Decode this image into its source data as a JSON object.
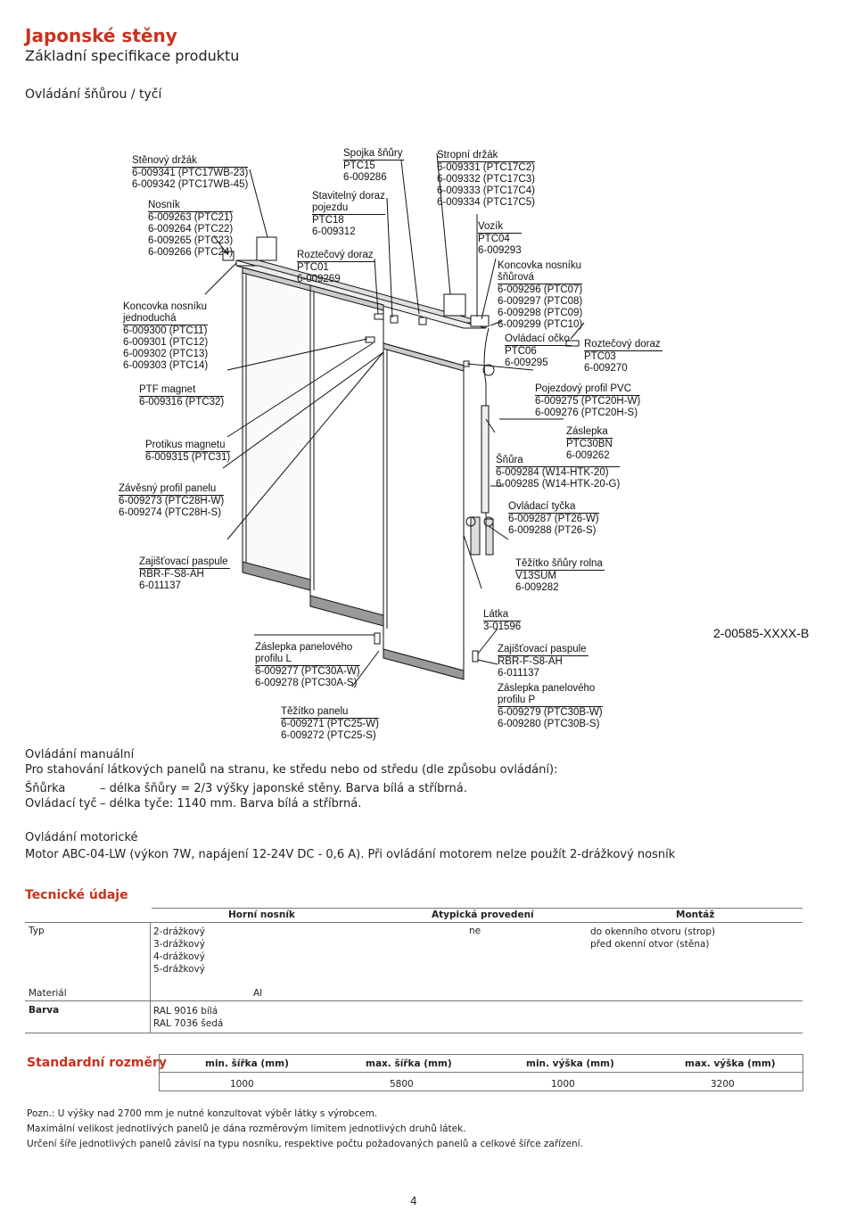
{
  "header": {
    "title": "Japonské stěny",
    "subtitle": "Základní specifikace produktu",
    "section": "Ovládání šňůrou / tyčí"
  },
  "diagram": {
    "labels": {
      "stenovy_drzak": [
        "Stěnový držák",
        "6-009341 (PTC17WB-23)",
        "6-009342 (PTC17WB-45)"
      ],
      "nosnik": [
        "Nosník",
        "6-009263 (PTC21)",
        "6-009264 (PTC22)",
        "6-009265 (PTC23)",
        "6-009266 (PTC24)"
      ],
      "koncovka_jednoducha": [
        "Koncovka nosníku",
        "jednoduchá",
        "6-009300 (PTC11)",
        "6-009301 (PTC12)",
        "6-009302 (PTC13)",
        "6-009303 (PTC14)"
      ],
      "spojka_snury": [
        "Spojka šňůry",
        "PTC15",
        "6-009286"
      ],
      "stavitelny_doraz": [
        "Stavitelný doraz",
        "pojezdu",
        "PTC18",
        "6-009312"
      ],
      "roztecovy_doraz_1": [
        "Roztečový doraz",
        "PTC01",
        "6-009269"
      ],
      "stropni_drzak": [
        "Stropní držák",
        "6-009331 (PTC17C2)",
        "6-009332 (PTC17C3)",
        "6-009333 (PTC17C4)",
        "6-009334 (PTC17C5)"
      ],
      "vozik": [
        "Vozík",
        "PTC04",
        "6-009293"
      ],
      "koncovka_snurova": [
        "Koncovka nosníku",
        "šňůrová",
        "6-009296 (PTC07)",
        "6-009297 (PTC08)",
        "6-009298 (PTC09)",
        "6-009299 (PTC10)"
      ],
      "ovladaci_ocko": [
        "Ovládací očko",
        "PTC06",
        "6-009295"
      ],
      "roztecovy_doraz_2": [
        "Roztečový doraz",
        "PTC03",
        "6-009270"
      ],
      "ptf_magnet": [
        "PTF magnet",
        "6-009316 (PTC32)"
      ],
      "protikus_magnetu": [
        "Protikus magnetu",
        "6-009315 (PTC31)"
      ],
      "zavesny_profil": [
        "Závěsný profil panelu",
        "6-009273 (PTC28H-W)",
        "6-009274 (PTC28H-S)"
      ],
      "pojezdovy_profil": [
        "Pojezdový profil PVC",
        "6-009275 (PTC20H-W)",
        "6-009276 (PTC20H-S)"
      ],
      "zaslepka": [
        "Záslepka",
        "PTC30BN",
        "6-009262"
      ],
      "snura": [
        "Šňůra",
        "6-009284 (W14-HTK-20)",
        "6-009285 (W14-HTK-20-G)"
      ],
      "ovladaci_tycka": [
        "Ovládací tyčka",
        "6-009287 (PT26-W)",
        "6-009288 (PT26-S)"
      ],
      "zajistovaci_paspule_1": [
        "Zajišťovací paspule",
        "RBR-F-S8-AH",
        "6-011137"
      ],
      "tezitko_snury": [
        "Těžítko šňůry rolna",
        "V13SUM",
        "6-009282"
      ],
      "latka": [
        "Látka",
        "3-01596"
      ],
      "zaslepka_l": [
        "Záslepka panelového",
        "profilu L",
        "6-009277 (PTC30A-W)",
        "6-009278 (PTC30A-S)"
      ],
      "tezitko_panelu": [
        "Těžítko panelu",
        "6-009271 (PTC25-W)",
        "6-009272 (PTC25-S)"
      ],
      "zajistovaci_paspule_2": [
        "Zajišťovací paspule",
        "RBR-F-S8-AH",
        "6-011137"
      ],
      "zaslepka_p": [
        "Záslepka panelového",
        "profilu P",
        "6-009279 (PTC30B-W)",
        "6-009280 (PTC30B-S)"
      ]
    },
    "reference_code": "2-00585-XXXX-B"
  },
  "manual": {
    "heading": "Ovládání manuální",
    "intro": "Pro stahování látkových panelů na stranu, ke středu nebo od středu (dle způsobu ovládání):",
    "line1_label": "Šňůrka",
    "line1_text": "–  délka šňůry = 2/3 výšky japonské stěny. Barva bílá a stříbrná.",
    "line2_label": "Ovládací tyč",
    "line2_text": "–  délka tyče: 1140 mm. Barva bílá a stříbrná."
  },
  "motor": {
    "heading": "Ovládání motorické",
    "text": "Motor ABC-04-LW (výkon 7W, napájení 12-24V DC - 0,6 A). Při ovládání motorem nelze použít 2-drážkový nosník"
  },
  "technical": {
    "heading": "Tecnické údaje",
    "col_headers": [
      "Horní nosník",
      "Atypická provedení",
      "Montáž"
    ],
    "rows": [
      {
        "label": "Typ",
        "horni": [
          "2-drážkový",
          "3-drážkový",
          "4-drážkový",
          "5-drážkový"
        ],
        "atyp": "ne",
        "montaz": [
          "do okenního otvoru (strop)",
          "před okenní otvor (stěna)"
        ]
      },
      {
        "label": "Materiál",
        "horni": [
          "Al"
        ],
        "atyp": "",
        "montaz": []
      },
      {
        "label": "Barva",
        "horni": [
          "RAL 9016 bílá",
          "RAL 7036 šedá"
        ],
        "atyp": "",
        "montaz": []
      }
    ]
  },
  "standard": {
    "heading": "Standardní rozměry",
    "headers": [
      "min. šířka (mm)",
      "max. šířka (mm)",
      "min. výška (mm)",
      "max. výška (mm)"
    ],
    "values": [
      "1000",
      "5800",
      "1000",
      "3200"
    ]
  },
  "notes": [
    "Pozn.: U výšky nad 2700 mm je nutné konzultovat výběr látky s výrobcem.",
    "Maximální velikost jednotlivých panelů je dána rozměrovým limitem jednotlivých druhů látek.",
    "Určení šíře jednotlivých panelů závisí na typu nosníku, respektive počtu požadovaných panelů a celkové šířce zařízení."
  ],
  "page_number": "4"
}
